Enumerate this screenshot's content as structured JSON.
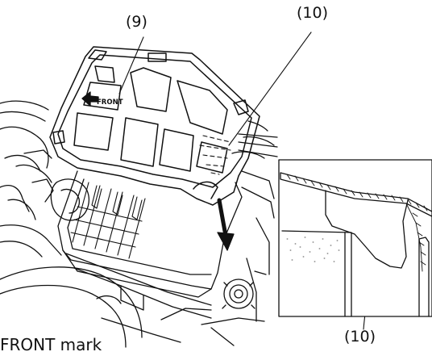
{
  "callouts": {
    "part_9": "(9)",
    "part_10_main": "(10)",
    "part_10_inset": "(10)"
  },
  "cover_mark": "FRONT",
  "caption": "FRONT mark",
  "icons": {
    "front_arrow": "arrow-left-icon",
    "install_arrow": "arrow-down-icon"
  }
}
